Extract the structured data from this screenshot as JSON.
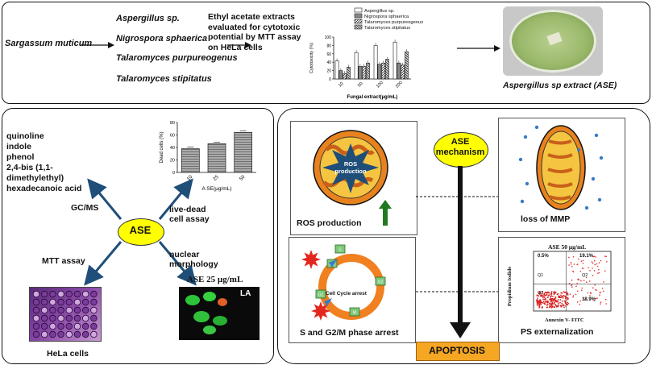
{
  "top": {
    "source": "Sargassum muticum",
    "fungi": [
      "Aspergillus sp.",
      "Nigrospora sphaerica",
      "Talaromyces purpureogenus",
      "Talaromyces stipitatus"
    ],
    "extract_text": "Ethyl acetate extracts evaluated for cytotoxic potential by MTT assay on HeLa cells",
    "plate_caption": "Aspergillus sp extract (ASE)"
  },
  "chart_data": [
    {
      "type": "bar",
      "categories": [
        "10",
        "50",
        "100",
        "200"
      ],
      "series": [
        {
          "name": "Aspergillus sp.",
          "values": [
            43,
            63,
            80,
            88
          ]
        },
        {
          "name": "Nigrospora sphaerica",
          "values": [
            20,
            30,
            35,
            38
          ]
        },
        {
          "name": "Talaromyces purpureogenus",
          "values": [
            13,
            30,
            38,
            33
          ]
        },
        {
          "name": "Talaromyces stipitatus",
          "values": [
            28,
            38,
            47,
            65
          ]
        }
      ],
      "xlabel": "Fungal extract(µg/mL)",
      "ylabel": "Cytotoxicity (%)",
      "ylim": [
        0,
        100
      ],
      "yticks": [
        "0",
        "20",
        "40",
        "60",
        "80",
        "100"
      ]
    },
    {
      "type": "bar",
      "categories": [
        "10",
        "25",
        "50"
      ],
      "values": [
        38,
        46,
        64
      ],
      "xlabel": "A SE(µg/mL)",
      "ylabel": "Dead cells (%)",
      "ylim": [
        0,
        80
      ],
      "yticks": [
        "0",
        "20",
        "40",
        "60",
        "80"
      ]
    }
  ],
  "left": {
    "compounds": [
      "quinoline",
      "indole",
      "phenol",
      "2,4-bis (1,1-",
      "dimethylethyl)",
      "hexadecanoic acid"
    ],
    "center": "ASE",
    "gcms": "GC/MS",
    "mtt": "MTT assay",
    "live_dead": [
      "live-dead",
      "cell assay"
    ],
    "nuclear": [
      "nuclear",
      "morphology"
    ],
    "hela": "HeLa cells",
    "microscopy_title": "ASE 25 µg/mL",
    "microscopy_tag": "LA"
  },
  "right": {
    "mechanism": [
      "ASE",
      "mechanism"
    ],
    "ros_label": "ROS production",
    "ros_burst": [
      "ROS",
      "production"
    ],
    "mmp_label": "loss of MMP",
    "cycle_label": "S and G2/M phase arrest",
    "cycle_center": "Cell Cycle arrest",
    "phases": [
      "G1",
      "S",
      "G2",
      "M",
      "G0"
    ],
    "ps_label": "PS externalization",
    "apoptosis": "APOPTOSIS",
    "flow": {
      "title": "ASE 50 µg/mL",
      "xlabel": "Annexin V- FITC",
      "ylabel": "Propidium Iodide",
      "q1": "0.5%",
      "q2": "19.1%",
      "q3": "Q3",
      "q4": "18.9%",
      "q2lbl": "Q2",
      "q1lbl": "Q1"
    }
  },
  "colors": {
    "yellow": "#ffff00",
    "orange": "#f08020",
    "mito_outer": "#e8821e",
    "apoptosis_bg": "#f5a623",
    "green_arrow": "#1f7a1f",
    "navy_burst": "#1f4e79"
  }
}
